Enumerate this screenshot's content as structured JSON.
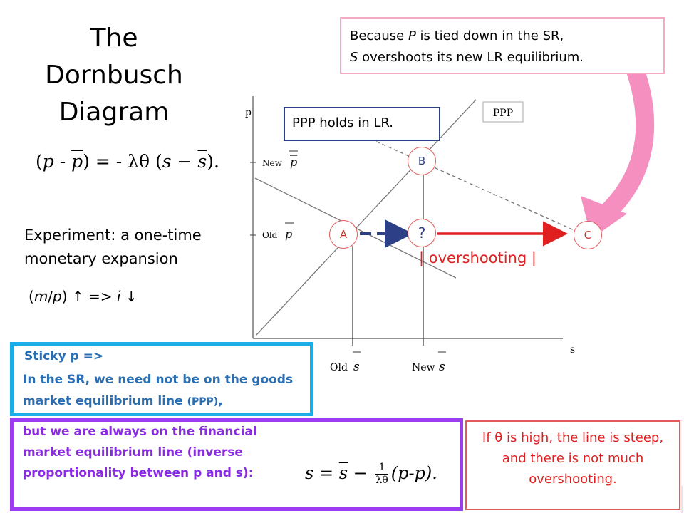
{
  "title": "The Dornbusch Diagram",
  "equation": {
    "lparen": "(",
    "p": "p",
    "minus1": " - ",
    "pbar": "p",
    "rparen_eq": ") = - λθ (",
    "s": "s",
    "minus2": " − ",
    "sbar": "s",
    "end": ")."
  },
  "experiment": "Experiment: a one-time monetary expansion",
  "money": {
    "m": "m",
    "slash": "/",
    "p": "p",
    "rest": ") ↑ => ",
    "i": "i",
    "down": " ↓",
    "open": "("
  },
  "callout_top": {
    "line1_pre": "Because ",
    "line1_p": "P",
    "line1_post": " is tied down in the SR,",
    "line2_s": "S",
    "line2_post": " overshoots its new LR equilibrium."
  },
  "ppp_box": "PPP holds in LR.",
  "diagram": {
    "y_axis_label": "p",
    "x_axis_label": "s",
    "ppp_label": "PPP",
    "new_p": "New",
    "old_p": "Old",
    "p_symbol": "p",
    "old_s": "Old",
    "new_s": "New",
    "s_symbol": "s"
  },
  "points": {
    "a": "A",
    "b": "B",
    "q": "?",
    "c": "C"
  },
  "overshooting": "| overshooting |",
  "sticky": {
    "head": "Sticky p =>",
    "body": "In the SR, we need not be on the goods market equilibrium line",
    "small": "(PPP)",
    "comma": ","
  },
  "financial": {
    "text": "but we are always on the financial market equilibrium line (inverse proportionality between p and s):",
    "eq_s": "s",
    "eq_eq": " = ",
    "eq_sbar": "s",
    "eq_minus": " − ",
    "frac_num": "1",
    "frac_den": "λθ",
    "eq_tail": "(p-p)."
  },
  "theta_note": "If θ is high, the line is steep, and there is not much overshooting.",
  "colors": {
    "red": "#e02020",
    "navy": "#2d3f86",
    "pink": "#f48fc0",
    "cyan": "#19aee6",
    "purple": "#9b3cf0"
  }
}
